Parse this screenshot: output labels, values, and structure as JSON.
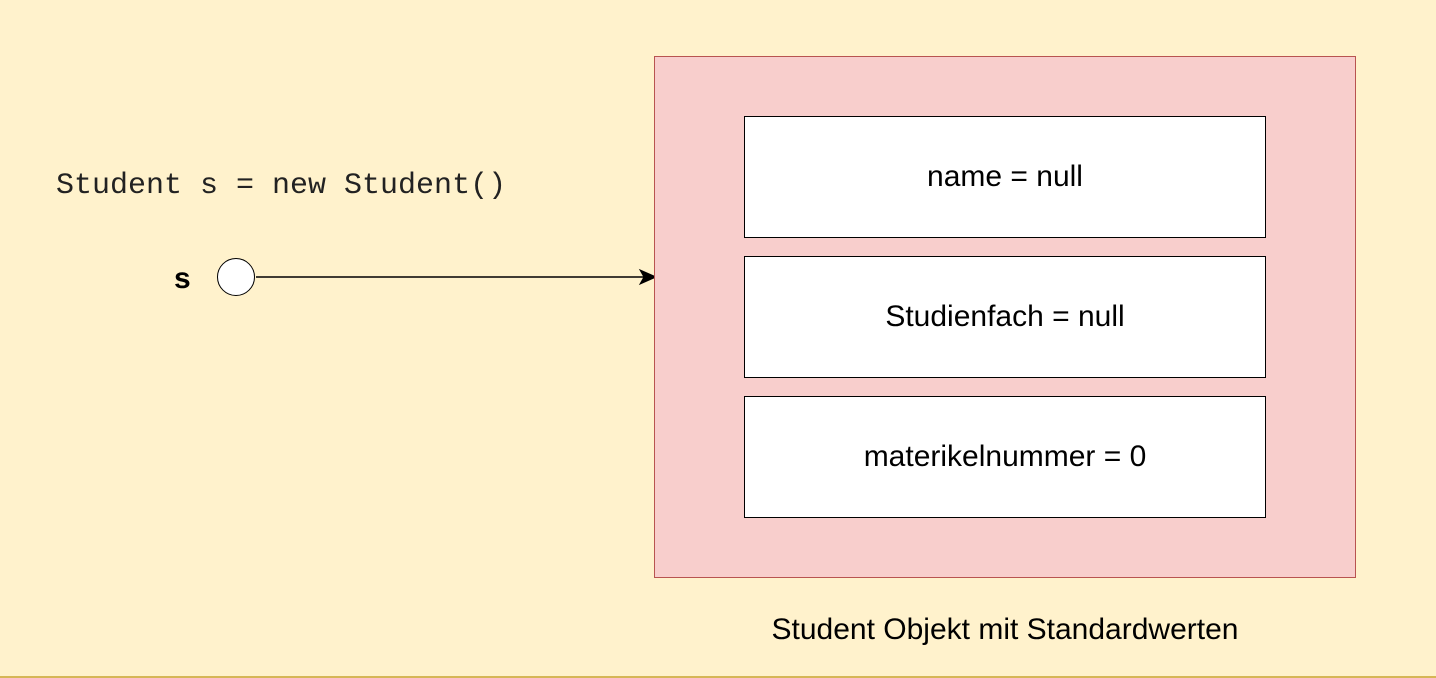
{
  "code": {
    "statement": "Student s = new Student()"
  },
  "reference": {
    "variable": "s"
  },
  "object": {
    "fields": [
      {
        "text": "name = null"
      },
      {
        "text": "Studienfach = null"
      },
      {
        "text": "materikelnummer = 0"
      }
    ],
    "caption": "Student Objekt mit Standardwerten"
  },
  "colors": {
    "background": "#fff2cc",
    "object_fill": "#f8cecc",
    "object_border": "#b85450",
    "field_fill": "#ffffff"
  }
}
